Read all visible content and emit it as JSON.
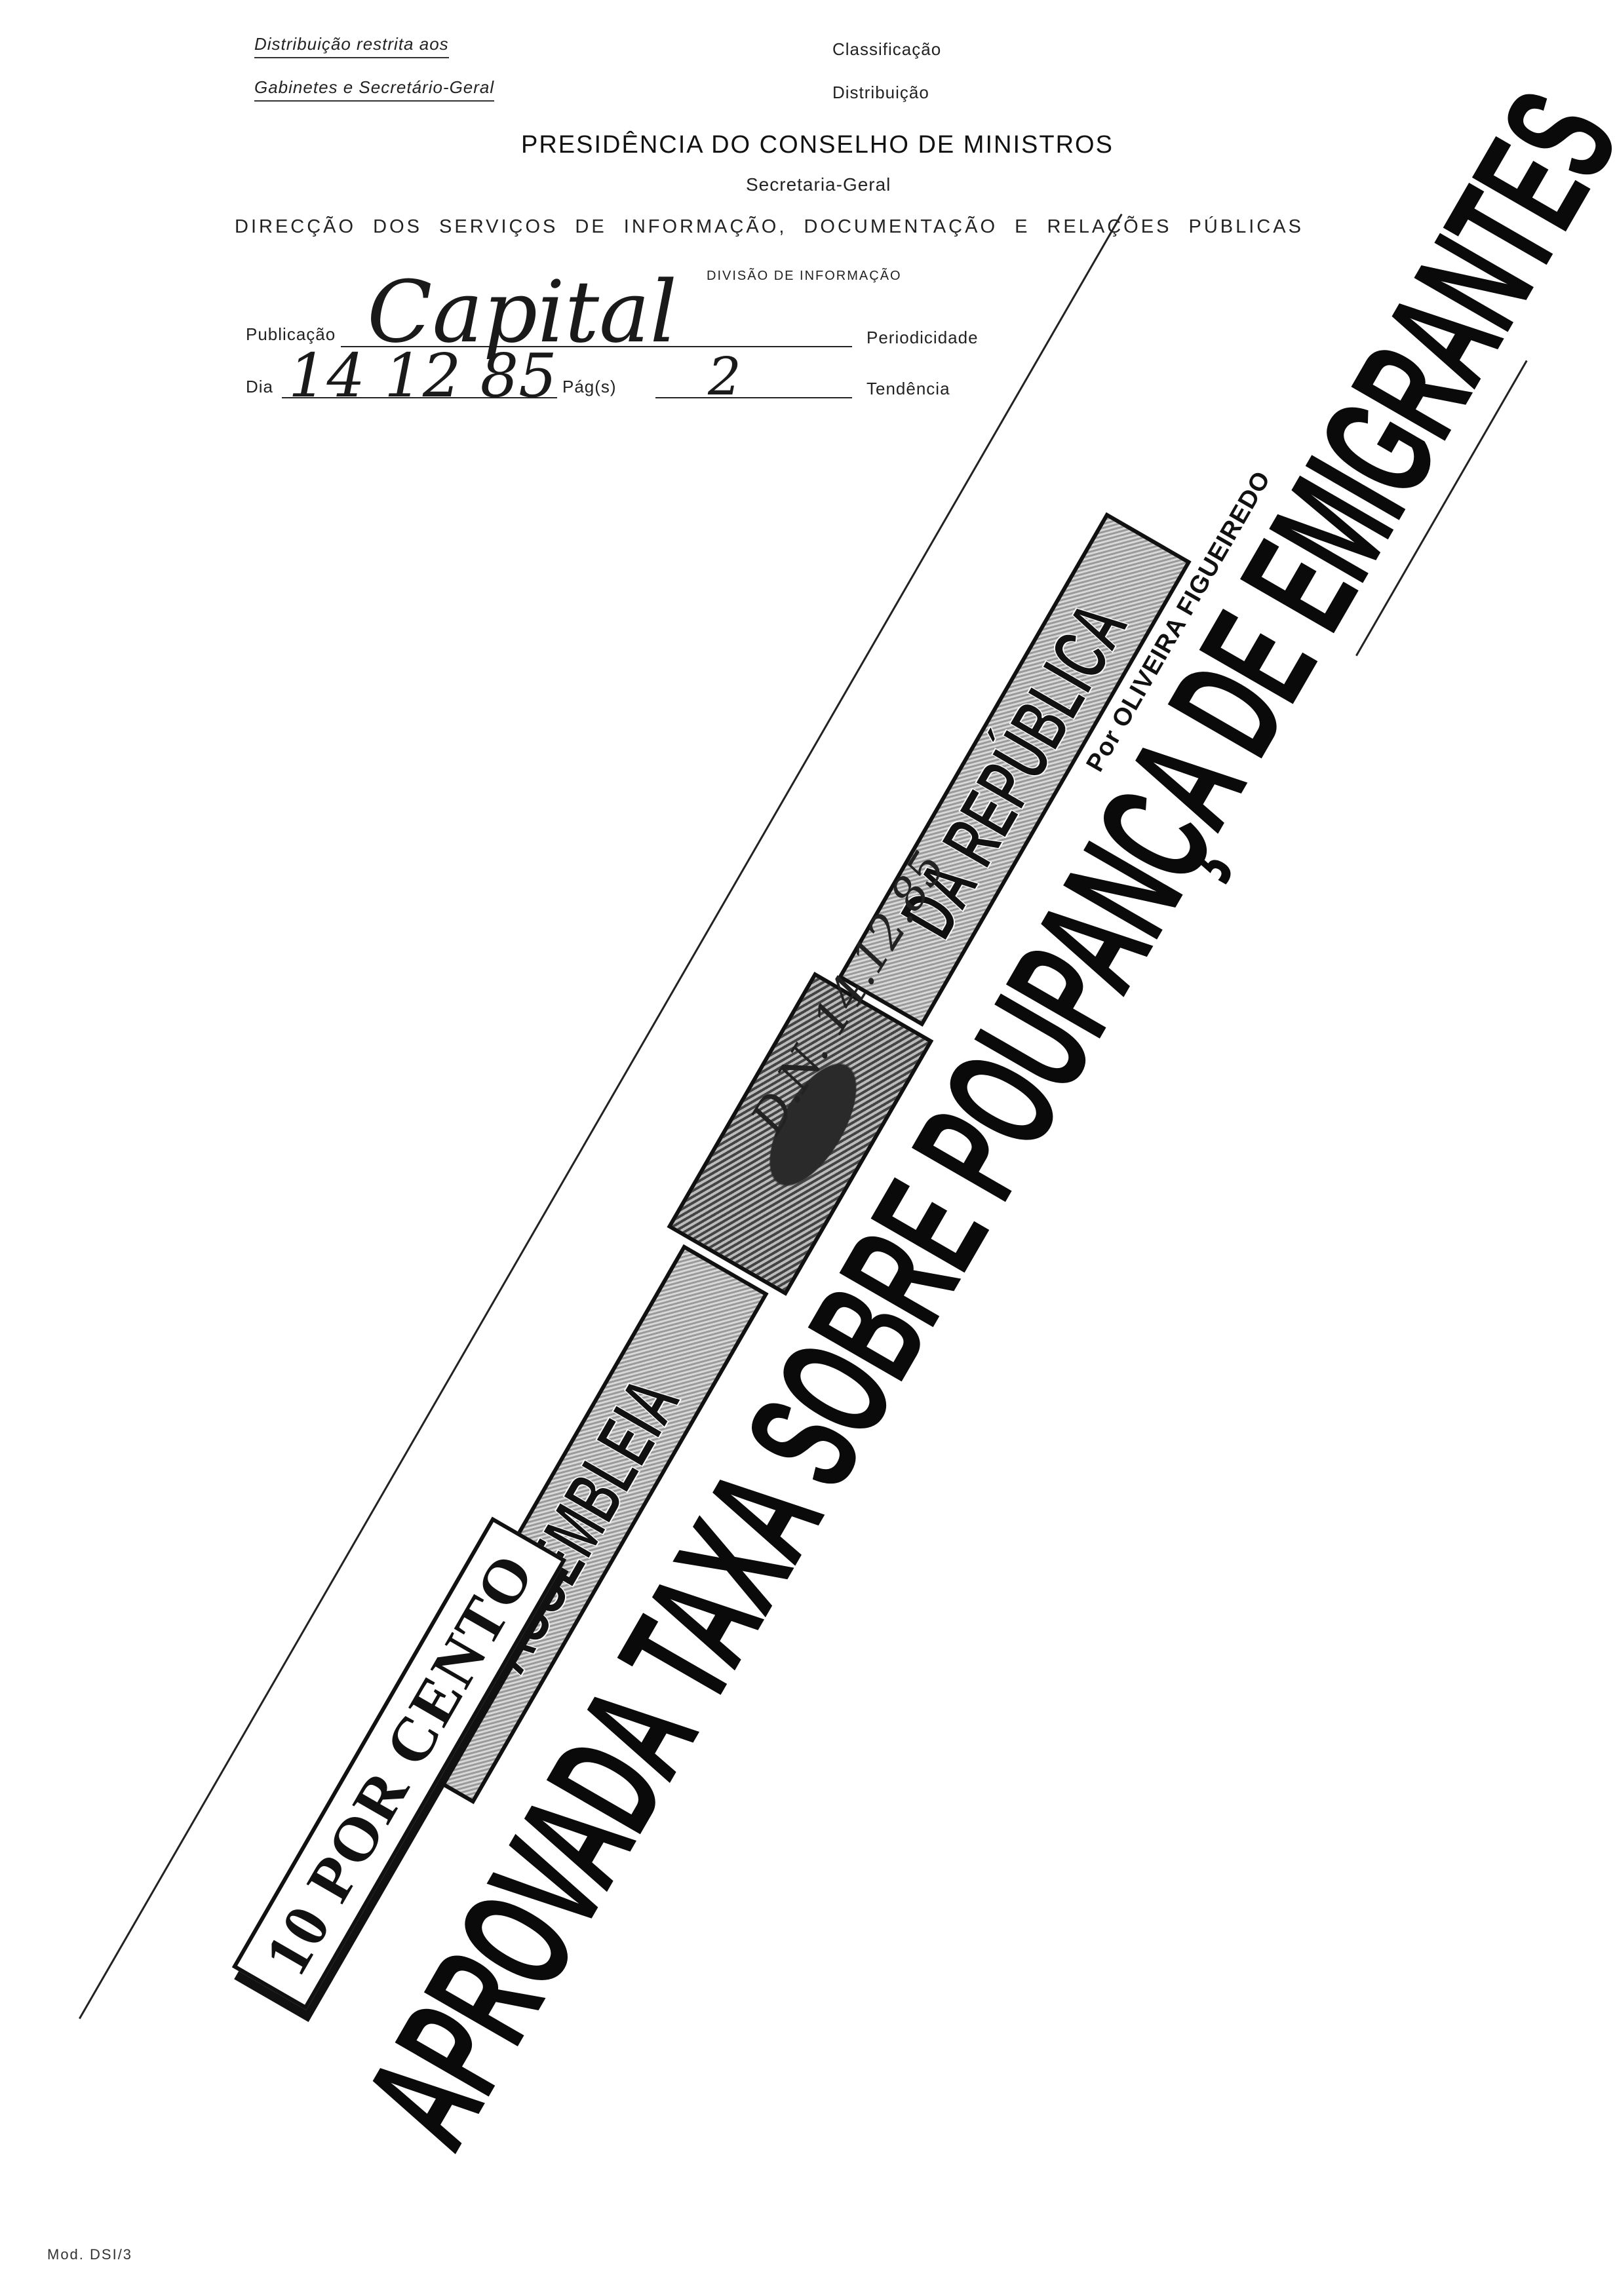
{
  "header": {
    "distribution_restrita_line1": "Distribuição restrita aos",
    "distribution_restrita_line2": "Gabinetes e Secretário-Geral",
    "classificacao_label": "Classificação",
    "distribuicao_label": "Distribuição",
    "presidencia": "PRESIDÊNCIA DO CONSELHO DE MINISTROS",
    "secretaria": "Secretaria-Geral",
    "direccao": "DIRECÇÃO DOS SERVIÇOS DE INFORMAÇÃO, DOCUMENTAÇÃO E RELAÇÕES PÚBLICAS",
    "divisao": "DIVISÃO DE INFORMAÇÃO"
  },
  "form": {
    "publicacao_label": "Publicação",
    "publicacao_value": "Capital",
    "periodicidade_label": "Periodicidade",
    "dia_label": "Dia",
    "dia_value": "14 12 85",
    "pags_label": "Pág(s)",
    "pags_value": "2",
    "tendencia_label": "Tendência"
  },
  "clipping": {
    "banner_left": "ASSEMBLEIA",
    "banner_right": "DA REPÚBLICA",
    "byline": "Por OLIVEIRA FIGUEIREDO",
    "kicker": "10 POR CENTO",
    "headline": "APROVADA TAXA SOBRE POUPANÇA DE EMIGRANTES",
    "handwritten_note": "D.N. 14.12.85"
  },
  "footer": {
    "mod_label": "Mod. DSI/3"
  }
}
